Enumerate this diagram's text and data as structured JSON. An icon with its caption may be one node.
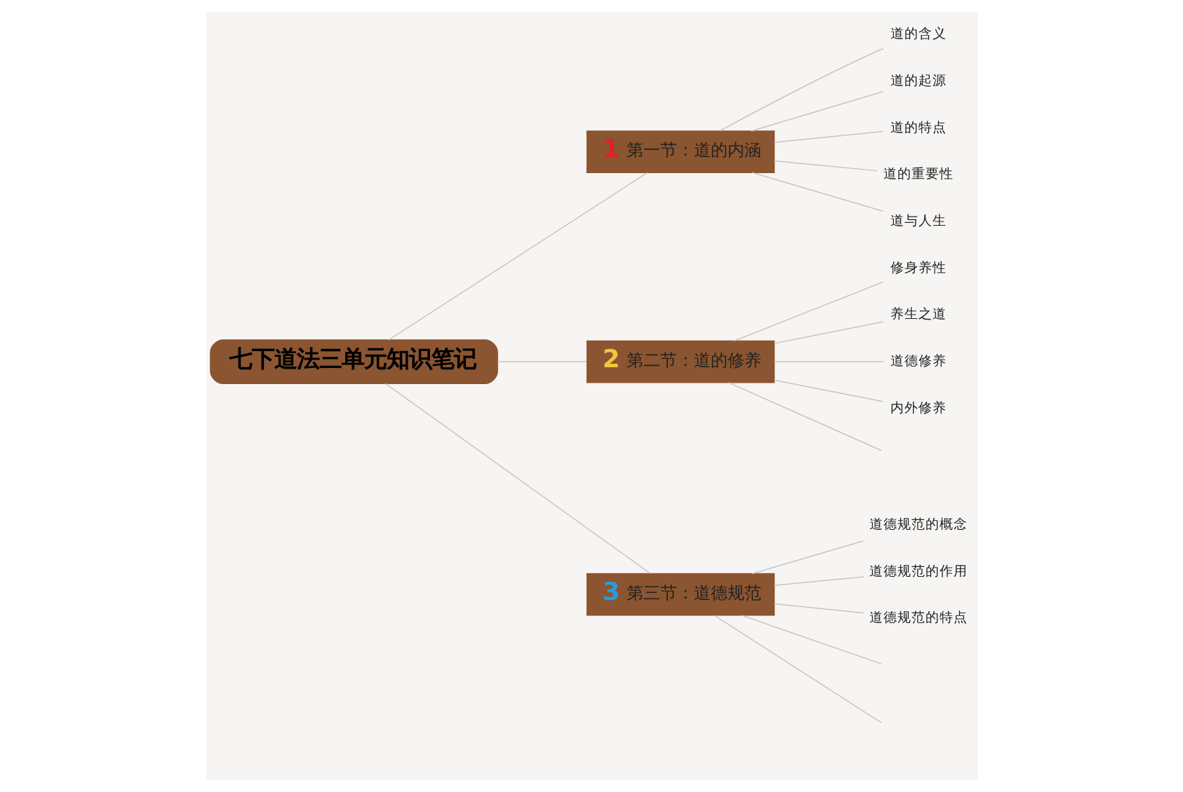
{
  "diagram": {
    "nodes": [
      {
        "text": [
          "七下道法三单元知识笔记"
        ]
      },
      {
        "text": [
          "1",
          "第一节：道的内涵"
        ]
      },
      {
        "text": [
          "道的含义"
        ]
      },
      {
        "text": [
          "道的起源"
        ]
      },
      {
        "text": [
          "道的特点"
        ]
      },
      {
        "text": [
          "道的重要性"
        ]
      },
      {
        "text": [
          "道与人生"
        ]
      },
      {
        "text": [
          "2",
          "第二节：道的修养"
        ]
      },
      {
        "text": [
          "修身养性"
        ]
      },
      {
        "text": [
          "养生之道"
        ]
      },
      {
        "text": [
          "道德修养"
        ]
      },
      {
        "text": [
          "内外修养"
        ]
      },
      {
        "text": [
          "3",
          "第三节：道德规范"
        ]
      },
      {
        "text": [
          "道德规范的概念"
        ]
      },
      {
        "text": [
          "道德规范的作用"
        ]
      },
      {
        "text": [
          "道德规范的特点"
        ]
      }
    ],
    "edges": [
      {
        "from": 0,
        "to": 1,
        "arrow": "none"
      },
      {
        "from": 0,
        "to": 7,
        "arrow": "none"
      },
      {
        "from": 0,
        "to": 12,
        "arrow": "none"
      },
      {
        "from": 1,
        "to": 2,
        "arrow": "none"
      },
      {
        "from": 1,
        "to": 3,
        "arrow": "none"
      },
      {
        "from": 1,
        "to": 4,
        "arrow": "none"
      },
      {
        "from": 1,
        "to": 5,
        "arrow": "none"
      },
      {
        "from": 1,
        "to": 6,
        "arrow": "none"
      },
      {
        "from": 7,
        "to": 8,
        "arrow": "none"
      },
      {
        "from": 7,
        "to": 9,
        "arrow": "none"
      },
      {
        "from": 7,
        "to": 10,
        "arrow": "none"
      },
      {
        "from": 7,
        "to": 11,
        "arrow": "none"
      },
      {
        "from": 7,
        "to": null,
        "arrow": "none"
      },
      {
        "from": 12,
        "to": 13,
        "arrow": "none"
      },
      {
        "from": 12,
        "to": 14,
        "arrow": "none"
      },
      {
        "from": 12,
        "to": 15,
        "arrow": "none"
      },
      {
        "from": 12,
        "to": null,
        "arrow": "none"
      },
      {
        "from": 12,
        "to": null,
        "arrow": "none"
      }
    ]
  }
}
